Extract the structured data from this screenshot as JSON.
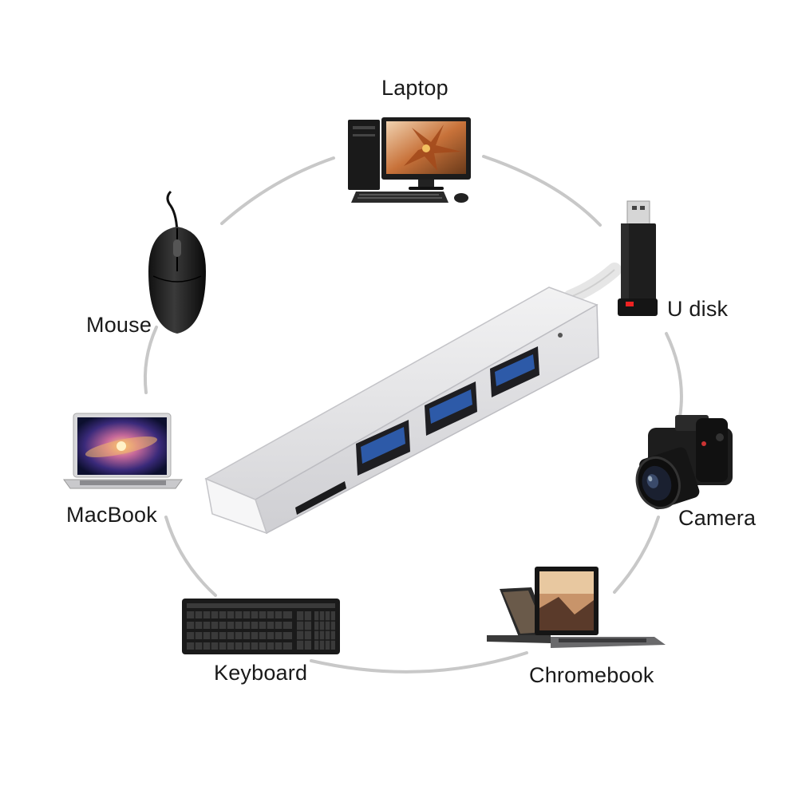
{
  "devices": {
    "laptop": {
      "label": "Laptop",
      "icon": "desktop-computer-icon"
    },
    "udisk": {
      "label": "U disk",
      "icon": "usb-flash-drive-icon"
    },
    "camera": {
      "label": "Camera",
      "icon": "dslr-camera-icon"
    },
    "chromebook": {
      "label": "Chromebook",
      "icon": "convertible-laptop-icon"
    },
    "keyboard": {
      "label": "Keyboard",
      "icon": "keyboard-icon"
    },
    "macbook": {
      "label": "MacBook",
      "icon": "laptop-icon"
    },
    "mouse": {
      "label": "Mouse",
      "icon": "computer-mouse-icon"
    }
  },
  "hub": {
    "icon": "usb-hub-icon",
    "usb_ports": 3,
    "card_slots": 1
  },
  "colors": {
    "ring": "#c8c8c8",
    "hub_body": "#e4e4e6",
    "port_blue": "#2d5aa8",
    "text": "#1a1a1a"
  }
}
